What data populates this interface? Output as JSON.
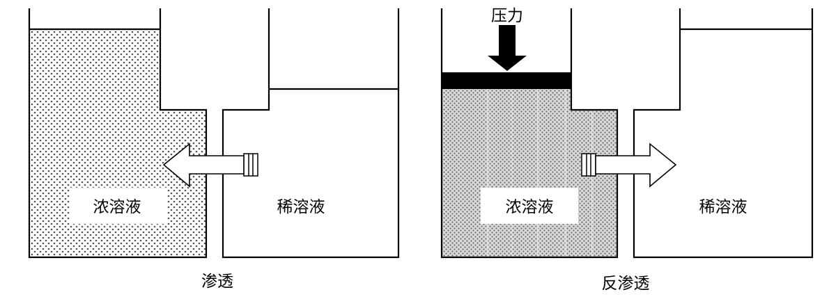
{
  "left_panel": {
    "concentrated_label": "浓溶液",
    "dilute_label": "稀溶液",
    "caption": "渗透"
  },
  "right_panel": {
    "pressure_label": "压力",
    "concentrated_label": "浓溶液",
    "dilute_label": "稀溶液",
    "caption": "反渗透"
  },
  "colors": {
    "stroke": "#000000",
    "stipple_light": "#b8b8b8",
    "stipple_dense": "#d6d6d6",
    "piston": "#000000",
    "background": "#ffffff"
  }
}
